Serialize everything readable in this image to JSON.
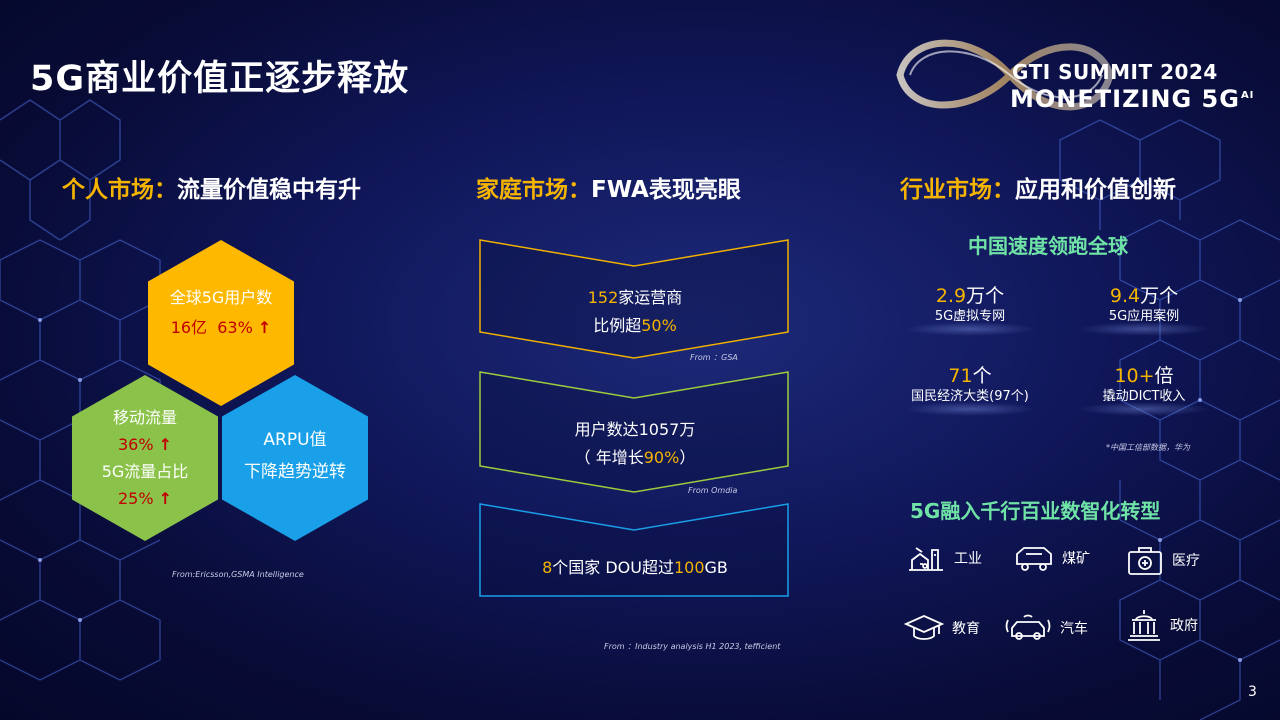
{
  "title": "5G商业价值正逐步释放",
  "logo": {
    "line1": "GTI SUMMIT 2024",
    "line2": "MONETIZING 5G",
    "sup": "AI"
  },
  "sections": {
    "personal": {
      "prefix": "个人市场：",
      "suffix": "流量价值稳中有升"
    },
    "home": {
      "prefix": "家庭市场：",
      "suffix": "FWA表现亮眼"
    },
    "industry": {
      "prefix": "行业市场：",
      "suffix": "应用和价值创新"
    }
  },
  "hex": {
    "top": {
      "label": "全球5G用户数",
      "v1": "16亿",
      "v2": "63%"
    },
    "left": {
      "l1": "移动流量",
      "v1": "36%",
      "l2": "5G流量占比",
      "v2": "25%"
    },
    "right": {
      "l1": "ARPU值",
      "l2": "下降趋势逆转"
    },
    "up_arrow": "↑",
    "source": "From:Ericsson,GSMA Intelligence"
  },
  "fwa": {
    "p1": {
      "num": "152",
      "t1": "家运营商",
      "t2": "比例超",
      "pct": "50%",
      "source": "From ：GSA"
    },
    "p2": {
      "t1": "用户数达1057万",
      "t2a": "（ 年增长",
      "pct": "90%",
      "t2b": "）",
      "source": "From Omdia"
    },
    "p3": {
      "num": "8",
      "t1": "个国家 DOU超过",
      "gb": "100",
      "t2": "GB"
    },
    "source": "From ：Industry analysis H1 2023, tefficient"
  },
  "industry": {
    "speed_title": "中国速度领跑全球",
    "stats": [
      {
        "num": "2.9",
        "unit": "万个",
        "label": "5G虚拟专网"
      },
      {
        "num": "9.4",
        "unit": "万个",
        "label": "5G应用案例"
      },
      {
        "num": "71",
        "unit": "个",
        "label": "国民经济大类(97个)"
      },
      {
        "num": "10+",
        "unit": "倍",
        "label": "撬动DICT收入"
      }
    ],
    "stats_source": "*中国工信部数据，华为",
    "digital_title": "5G融入千行百业数智化转型",
    "items": [
      {
        "icon": "factory-icon",
        "label": "工业"
      },
      {
        "icon": "mining-truck-icon",
        "label": "煤矿"
      },
      {
        "icon": "medical-kit-icon",
        "label": "医疗"
      },
      {
        "icon": "graduation-cap-icon",
        "label": "教育"
      },
      {
        "icon": "connected-car-icon",
        "label": "汽车"
      },
      {
        "icon": "government-building-icon",
        "label": "政府"
      }
    ]
  },
  "page_number": "3",
  "colors": {
    "accent": "#f5b400",
    "green_title": "#6fe3a6",
    "hex_yellow": "#ffb800",
    "hex_green": "#8bc34a",
    "hex_blue": "#1aa0e8",
    "red": "#c00000"
  }
}
